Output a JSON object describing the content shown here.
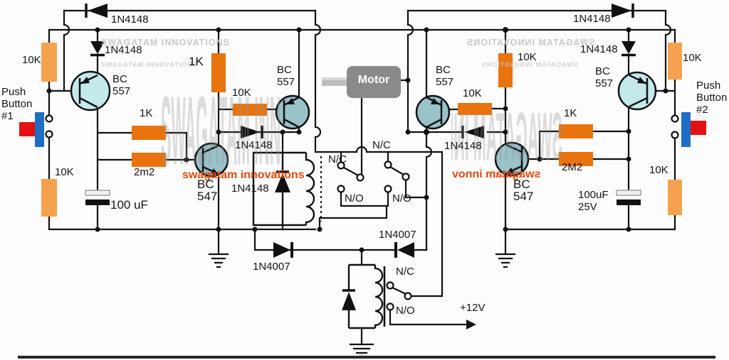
{
  "colors": {
    "wire": "#111111",
    "resistor_orange": "#E9730D",
    "resistor_light": "#F5A24F",
    "transistor_outer": "#C3E9EB",
    "transistor_inner": "#99C2C9",
    "motor_gray": "#8A8A8A",
    "button_blue": "#1E6FC4",
    "button_red": "#E31212",
    "brand_orange": "#E8470B",
    "watermark_gray": "#C9C9C9"
  },
  "watermarks": {
    "brand_small": "SWAGATAM INNOVATIONS",
    "brand_tiny": "SWAGATAM INNOVATIONS",
    "brand_vertical": "SWAGATAM INNOVATIONS",
    "brand_orange_left": "swagatam innovations",
    "brand_orange_right": "swagatam innov"
  },
  "left": {
    "d_top": "1N4148",
    "r1": "10K",
    "d2": "1N4148",
    "q1": [
      "BC",
      "557"
    ],
    "btn": [
      "Push",
      "Button",
      "#1"
    ],
    "r2": "10K",
    "r3": "1K",
    "r4": "10K",
    "q2": [
      "BC",
      "557"
    ],
    "r5": "1K",
    "r6": "2m2",
    "d3": "1N4148",
    "q3": [
      "BC",
      "547"
    ],
    "cap": "100  uF",
    "relay_diode": "1N4148"
  },
  "center": {
    "motor": "Motor",
    "nc1": "N/C",
    "no1": "N/O",
    "nc2": "N/C",
    "no2": "N/O",
    "d4007_left": "1N4007",
    "d4007_right": "1N4007",
    "relay_nc": "N/C",
    "relay_no": "N/O",
    "supply": "+12V"
  },
  "right": {
    "d_top": "1N4148",
    "r1": "10K",
    "d2": "1N4148",
    "q1": [
      "BC",
      "557"
    ],
    "btn": [
      "Push",
      "Button",
      "#2"
    ],
    "r2": "10K",
    "r3": "10K",
    "r4": "10K",
    "q2": [
      "BC",
      "557"
    ],
    "r5": "1K",
    "r6": "2M2",
    "d3": "1N4148",
    "q3": [
      "BC",
      "547"
    ],
    "cap": [
      "100uF",
      "25V"
    ]
  }
}
